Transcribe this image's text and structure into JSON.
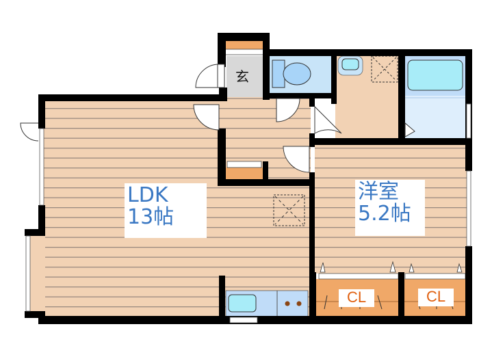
{
  "floorplan": {
    "rooms": {
      "ldk": {
        "name": "LDK",
        "size": "13帖"
      },
      "western_room": {
        "name": "洋室",
        "size": "5.2帖"
      },
      "entrance": {
        "name": "玄"
      },
      "closet_1": {
        "name": "CL"
      },
      "closet_2": {
        "name": "CL"
      }
    },
    "colors": {
      "wall": "#000000",
      "floor": "#f2d2b4",
      "floor_lines": "#9a8a80",
      "wet_area": "#c8e4f8",
      "fixture": "#a8ecf8",
      "storage": "#f0a868",
      "entrance_floor": "#d8d8d8",
      "label_text": "#3a78c3",
      "closet_text": "#e06010"
    }
  }
}
